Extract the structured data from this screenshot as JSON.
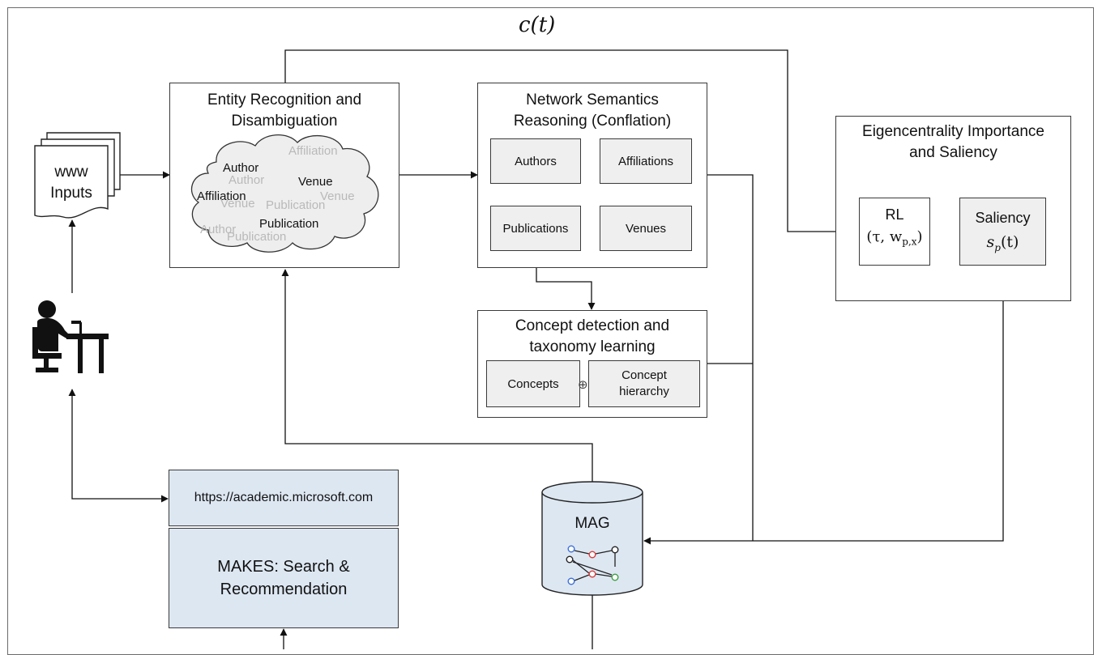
{
  "feedback_label": "c(t)",
  "www_inputs": {
    "line1": "www",
    "line2": "Inputs"
  },
  "entity_box": {
    "title_line1": "Entity Recognition and",
    "title_line2": "Disambiguation",
    "cloud_words": [
      {
        "text": "Affiliation",
        "style": "faint"
      },
      {
        "text": "Author",
        "style": "dark"
      },
      {
        "text": "Author",
        "style": "faint"
      },
      {
        "text": "Venue",
        "style": "dark"
      },
      {
        "text": "Affiliation",
        "style": "dark"
      },
      {
        "text": "Venue",
        "style": "faint"
      },
      {
        "text": "Publication",
        "style": "faint"
      },
      {
        "text": "Venue",
        "style": "faint"
      },
      {
        "text": "Publication",
        "style": "dark"
      },
      {
        "text": "Author",
        "style": "faint"
      },
      {
        "text": "Publication",
        "style": "faint"
      }
    ]
  },
  "network_box": {
    "title_line1": "Network Semantics",
    "title_line2": "Reasoning (Conflation)",
    "authors": "Authors",
    "affiliations": "Affiliations",
    "publications": "Publications",
    "venues": "Venues"
  },
  "concept_box": {
    "title_line1": "Concept detection and",
    "title_line2": "taxonomy learning",
    "concepts": "Concepts",
    "operator": "⊕",
    "hierarchy_line1": "Concept",
    "hierarchy_line2": "hierarchy"
  },
  "eigen_box": {
    "title_line1": "Eigencentrality Importance",
    "title_line2": "and Saliency",
    "rl_label": "RL",
    "rl_params": "(τ, w",
    "rl_sub": "p,x",
    "rl_close": ")",
    "saliency_label": "Saliency",
    "saliency_s": "s",
    "saliency_sub": "p",
    "saliency_t": "(t)"
  },
  "mag_label": "MAG",
  "url_box": "https://academic.microsoft.com",
  "makes_box": {
    "line1": "MAKES: Search &",
    "line2": "Recommendation"
  },
  "icons": {
    "user": "person-at-desk-icon",
    "docs": "document-stack-icon",
    "db": "database-cylinder-icon"
  }
}
